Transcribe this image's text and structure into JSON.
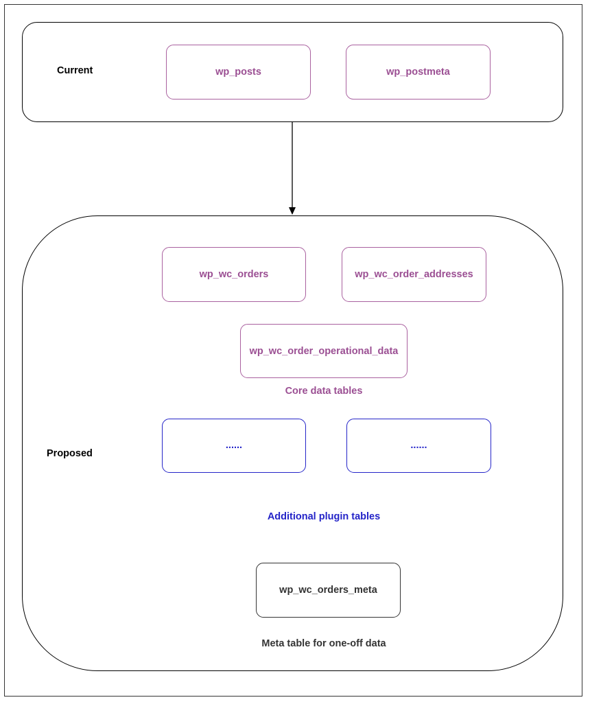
{
  "current": {
    "label": "Current",
    "tables": [
      "wp_posts",
      "wp_postmeta"
    ]
  },
  "proposed": {
    "label": "Proposed",
    "core_tables": [
      "wp_wc_orders",
      "wp_wc_order_addresses",
      "wp_wc_order_operational_data"
    ],
    "core_caption": "Core data tables",
    "plugin_tables": [
      "......",
      "......"
    ],
    "plugin_caption": "Additional plugin tables",
    "meta_table": "wp_wc_orders_meta",
    "meta_caption": "Meta table for one-off data"
  },
  "colors": {
    "core": "#9b4f93",
    "plugin": "#2424c8",
    "meta": "#333333",
    "outline": "#000000"
  }
}
